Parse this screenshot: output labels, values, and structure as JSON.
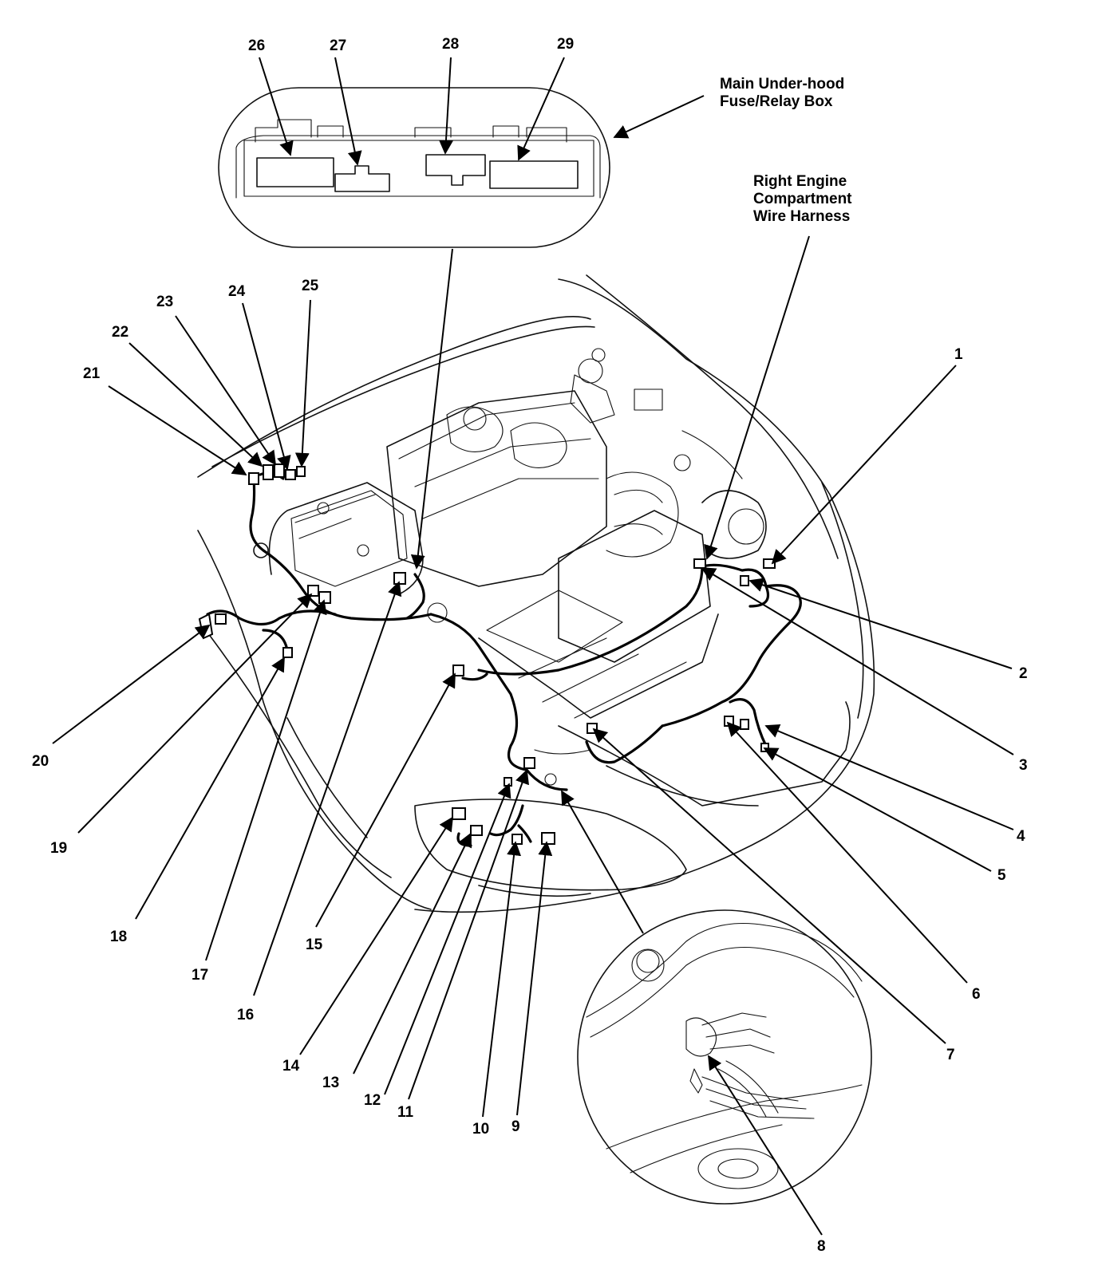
{
  "callouts": {
    "fuse_box": [
      "Main Under-hood",
      "Fuse/Relay Box"
    ],
    "harness": [
      "Right Engine",
      "Compartment",
      "Wire Harness"
    ]
  },
  "labels": [
    "1",
    "2",
    "3",
    "4",
    "5",
    "6",
    "7",
    "8",
    "9",
    "10",
    "11",
    "12",
    "13",
    "14",
    "15",
    "16",
    "17",
    "18",
    "19",
    "20",
    "21",
    "22",
    "23",
    "24",
    "25",
    "26",
    "27",
    "28",
    "29"
  ]
}
